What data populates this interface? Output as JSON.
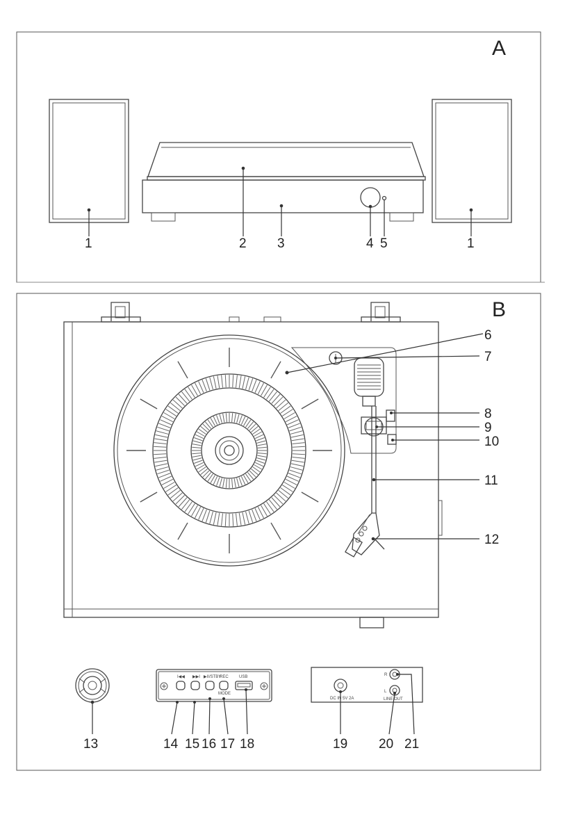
{
  "panels": {
    "a": {
      "label": "A"
    },
    "b": {
      "label": "B"
    }
  },
  "callouts": {
    "speaker_left": "1",
    "dust_cover": "2",
    "base": "3",
    "knob": "4",
    "led": "5",
    "speaker_right": "1",
    "platter": "6",
    "lift": "7",
    "c8": "8",
    "c9": "9",
    "c10": "10",
    "tonearm": "11",
    "headshell": "12",
    "adapter": "13",
    "b14": "14",
    "b15": "15",
    "b16": "16",
    "b17": "17",
    "usb_port": "18",
    "dc_in": "19",
    "rca_l": "20",
    "rca_r": "21"
  },
  "panel_labels": {
    "usb": "USB",
    "rec": "REC",
    "mode": "MODE",
    "play": "▶II/STBY",
    "dc": "DC IN 5V 2A",
    "r": "R",
    "l": "L",
    "line_out": "LINE OUT"
  }
}
